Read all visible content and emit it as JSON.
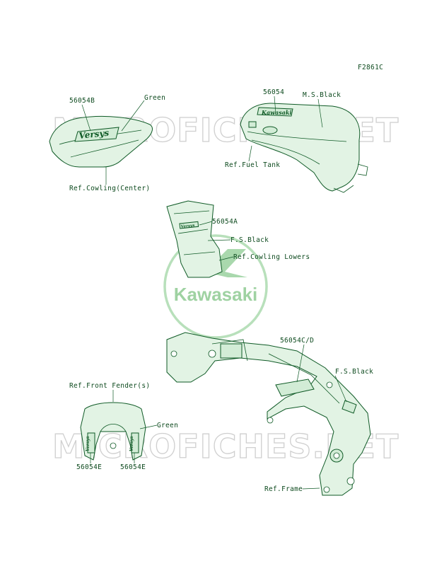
{
  "figure_code": "F2861C",
  "watermark": {
    "text": "MICROFICHES.NET",
    "logo_text": "Kawasaki",
    "logo_letter": "K"
  },
  "decals": {
    "seat_cowl": "Versys",
    "tank": "Kawasaki",
    "small_badge": "Versys"
  },
  "labels": {
    "l56054B": "56054B",
    "green_top": "Green",
    "ref_cowling_center": "Ref.Cowling(Center)",
    "l56054": "56054",
    "ms_black": "M.S.Black",
    "ref_fuel_tank": "Ref.Fuel Tank",
    "l56054A": "56054A",
    "fs_black_mid": "F.S.Black",
    "ref_cowling_lowers": "Ref.Cowling Lowers",
    "l56054CD": "56054C/D",
    "fs_black_frame": "F.S.Black",
    "ref_front_fender": "Ref.Front Fender(s)",
    "green_fender": "Green",
    "l56054E_left": "56054E",
    "l56054E_right": "56054E",
    "ref_frame": "Ref.Frame"
  },
  "colors": {
    "line": "#0f5a26",
    "fill": "#e2f3e4",
    "watermark": "#cfcfcf",
    "logo": "#9fd2a2"
  }
}
